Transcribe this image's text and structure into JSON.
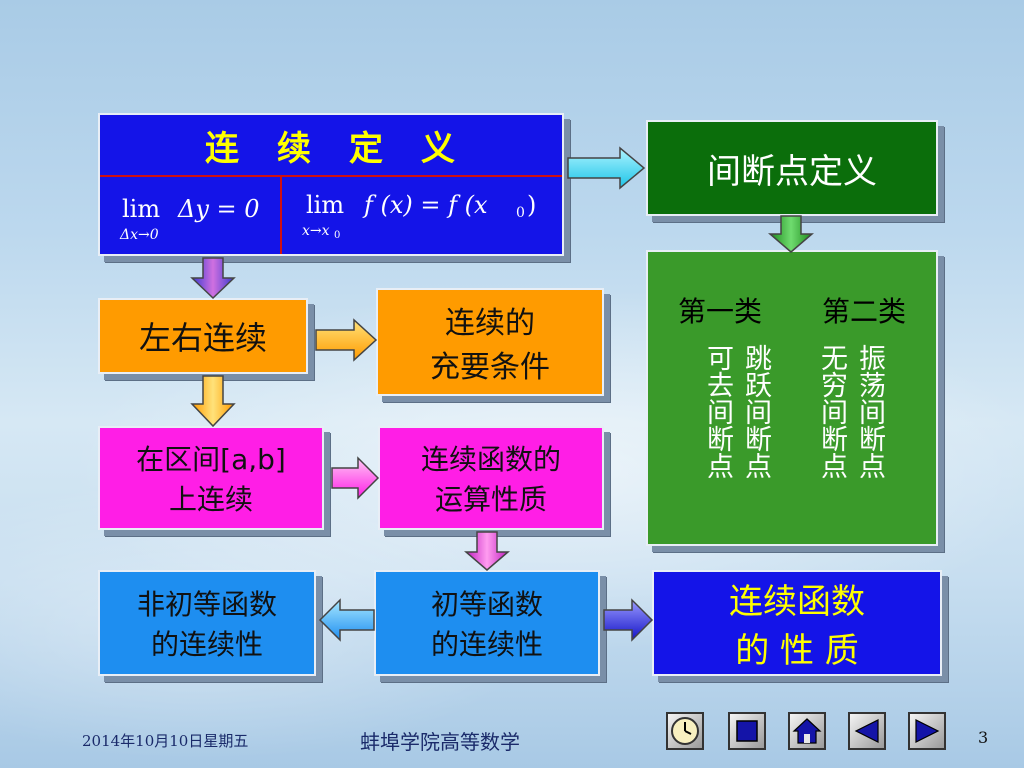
{
  "boxes": {
    "continuity_def": {
      "title": "连　续　定　义",
      "left_formula_lim": "lim",
      "left_formula_expr": "Δy = 0",
      "left_formula_sub": "Δx→0",
      "right_formula_lim": "lim",
      "right_formula_expr": "f (x) = f (x",
      "right_formula_sub0": "0",
      "right_formula_close": ")",
      "right_formula_sub": "x→x",
      "right_formula_subsub": "0"
    },
    "discontinuity_def": {
      "label": "间断点定义"
    },
    "discontinuity_types": {
      "first_kind": "第一类",
      "second_kind": "第二类",
      "columns": [
        "可去间断点",
        "跳跃间断点",
        "无穷间断点",
        "振荡间断点"
      ]
    },
    "left_right": {
      "label": "左右连续"
    },
    "necessary_sufficient": {
      "line1": "连续的",
      "line2": "充要条件"
    },
    "interval": {
      "line1": "在区间[a,b]",
      "line2": "上连续"
    },
    "operations": {
      "line1": "连续函数的",
      "line2": "运算性质"
    },
    "non_elementary": {
      "line1": "非初等函数",
      "line2": "的连续性"
    },
    "elementary": {
      "line1": "初等函数",
      "line2": "的连续性"
    },
    "properties": {
      "line1": "连续函数",
      "line2": "的 性 质"
    }
  },
  "footer": {
    "date": "2014年10月10日星期五",
    "org": "蚌埠学院高等数学",
    "page": "3"
  },
  "colors": {
    "blue": "#1414e8",
    "green_dark": "#0b6e0b",
    "green": "#3a9a2a",
    "orange": "#ff9b00",
    "magenta": "#ff1ee6",
    "sky": "#1e8ef0"
  },
  "nav": {
    "icons": [
      "clock-icon",
      "stop-icon",
      "home-icon",
      "prev-icon",
      "next-icon"
    ]
  }
}
